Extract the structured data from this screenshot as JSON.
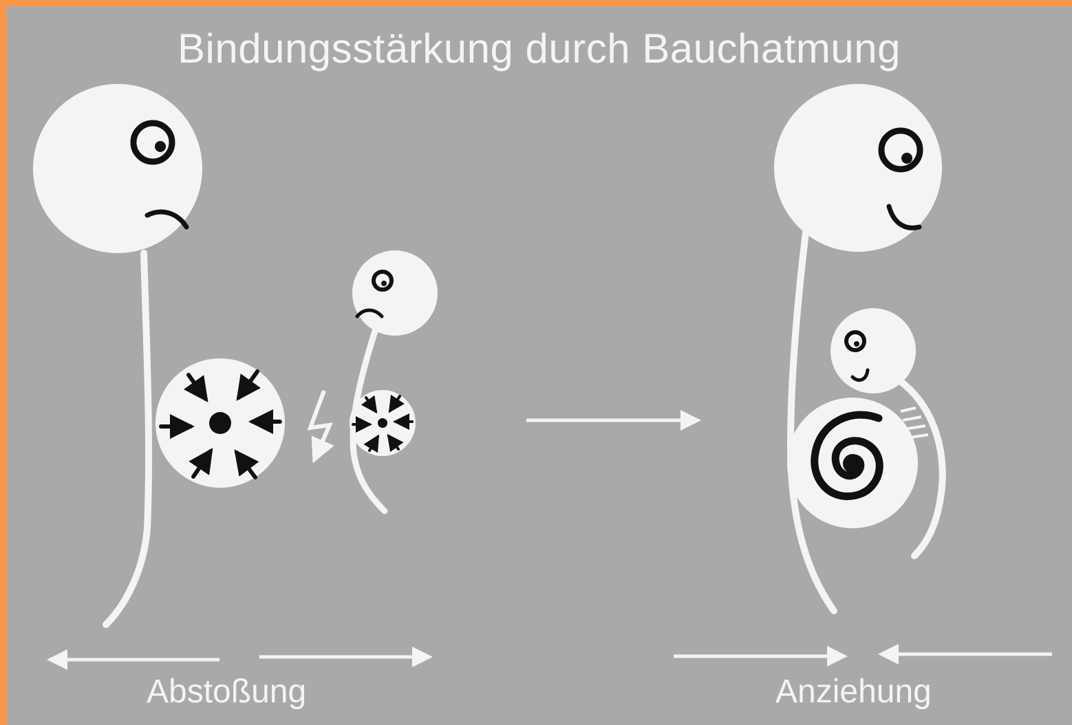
{
  "title": "Bindungsstärkung durch Bauchatmung",
  "labels": {
    "left": "Abstoßung",
    "right": "Anziehung"
  },
  "colors": {
    "background": "#a9a9a9",
    "border": "#f7954a",
    "figure": "#f4f4f4",
    "ink": "#111111"
  }
}
